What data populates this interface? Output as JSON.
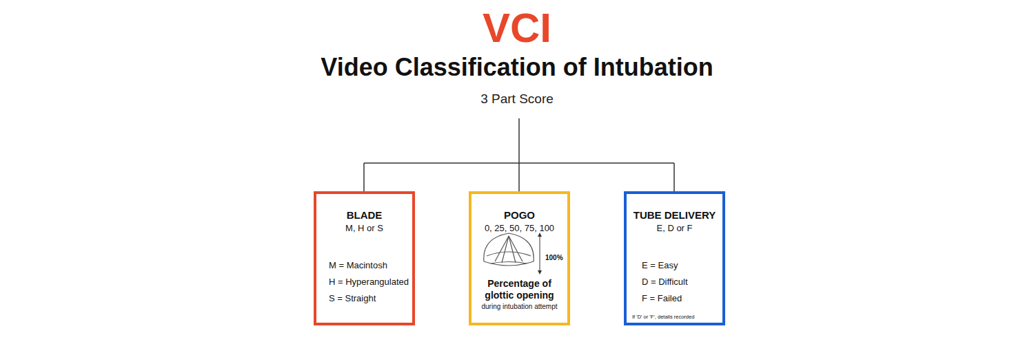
{
  "diagram": {
    "title": "VCI",
    "nodes": [
      {
        "text": [
          "BLADE",
          "M, H or S",
          "M = Macintosh",
          "H = Hyperangulated",
          "S = Straight"
        ]
      },
      {
        "text": [
          "POGO",
          "0, 25, 50, 75, 100",
          "100%",
          "Percentage of glottic opening",
          "during intubation attempt"
        ]
      },
      {
        "text": [
          "TUBE DELIVERY",
          "E, D or F",
          "E = Easy",
          "D = Difficult",
          "F = Failed",
          "If 'D' or 'F', details recorded"
        ]
      }
    ],
    "labels": [
      "Video Classification of Intubation",
      "3 Part Score"
    ]
  }
}
